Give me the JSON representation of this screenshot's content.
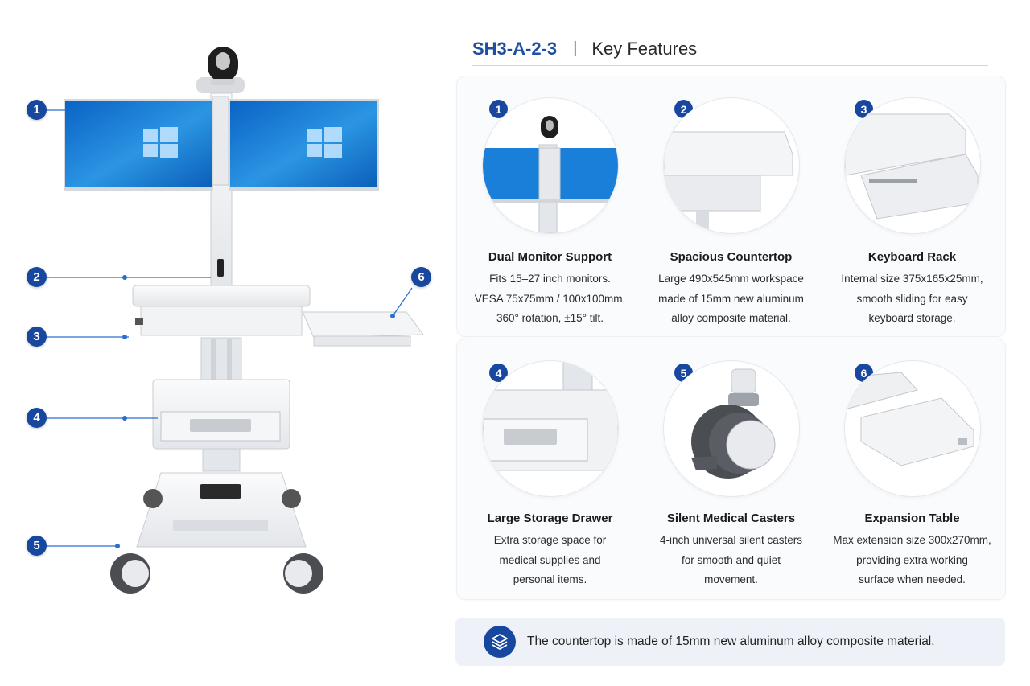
{
  "header": {
    "model": "SH3-A-2-3",
    "separator": "|",
    "section_title": "Key Features"
  },
  "callouts": [
    "1",
    "2",
    "3",
    "4",
    "5",
    "6"
  ],
  "features": [
    {
      "number": "1",
      "title": "Dual Monitor Support",
      "lines": [
        "Fits 15–27 inch monitors.",
        "VESA 75x75mm / 100x100mm,",
        "360° rotation, ±15° tilt."
      ],
      "icon": "dual-monitor-icon"
    },
    {
      "number": "2",
      "title": "Spacious Countertop",
      "lines": [
        "Large 490x545mm workspace",
        "made of 15mm new aluminum",
        "alloy composite material."
      ],
      "icon": "countertop-icon"
    },
    {
      "number": "3",
      "title": "Keyboard Rack",
      "lines": [
        "Internal size 375x165x25mm,",
        "smooth sliding for easy",
        "keyboard storage."
      ],
      "icon": "keyboard-drawer-icon"
    },
    {
      "number": "4",
      "title": "Large Storage Drawer",
      "lines": [
        "Extra storage space for",
        "medical supplies and",
        "personal items."
      ],
      "icon": "storage-drawer-icon"
    },
    {
      "number": "5",
      "title": "Silent Medical Casters",
      "lines": [
        "4-inch universal silent casters",
        "for smooth and quiet",
        "movement."
      ],
      "icon": "caster-wheel-icon"
    },
    {
      "number": "6",
      "title": "Expansion Table",
      "lines": [
        "Max extension size 300x270mm,",
        "providing extra working",
        "surface when needed."
      ],
      "icon": "expansion-table-icon"
    }
  ],
  "note": {
    "text": "The countertop is made of 15mm new aluminum alloy composite material.",
    "icon": "layers-icon"
  },
  "colors": {
    "accent": "#17479e",
    "screen": "#1b7fd6",
    "cart": "#eef0f3"
  }
}
